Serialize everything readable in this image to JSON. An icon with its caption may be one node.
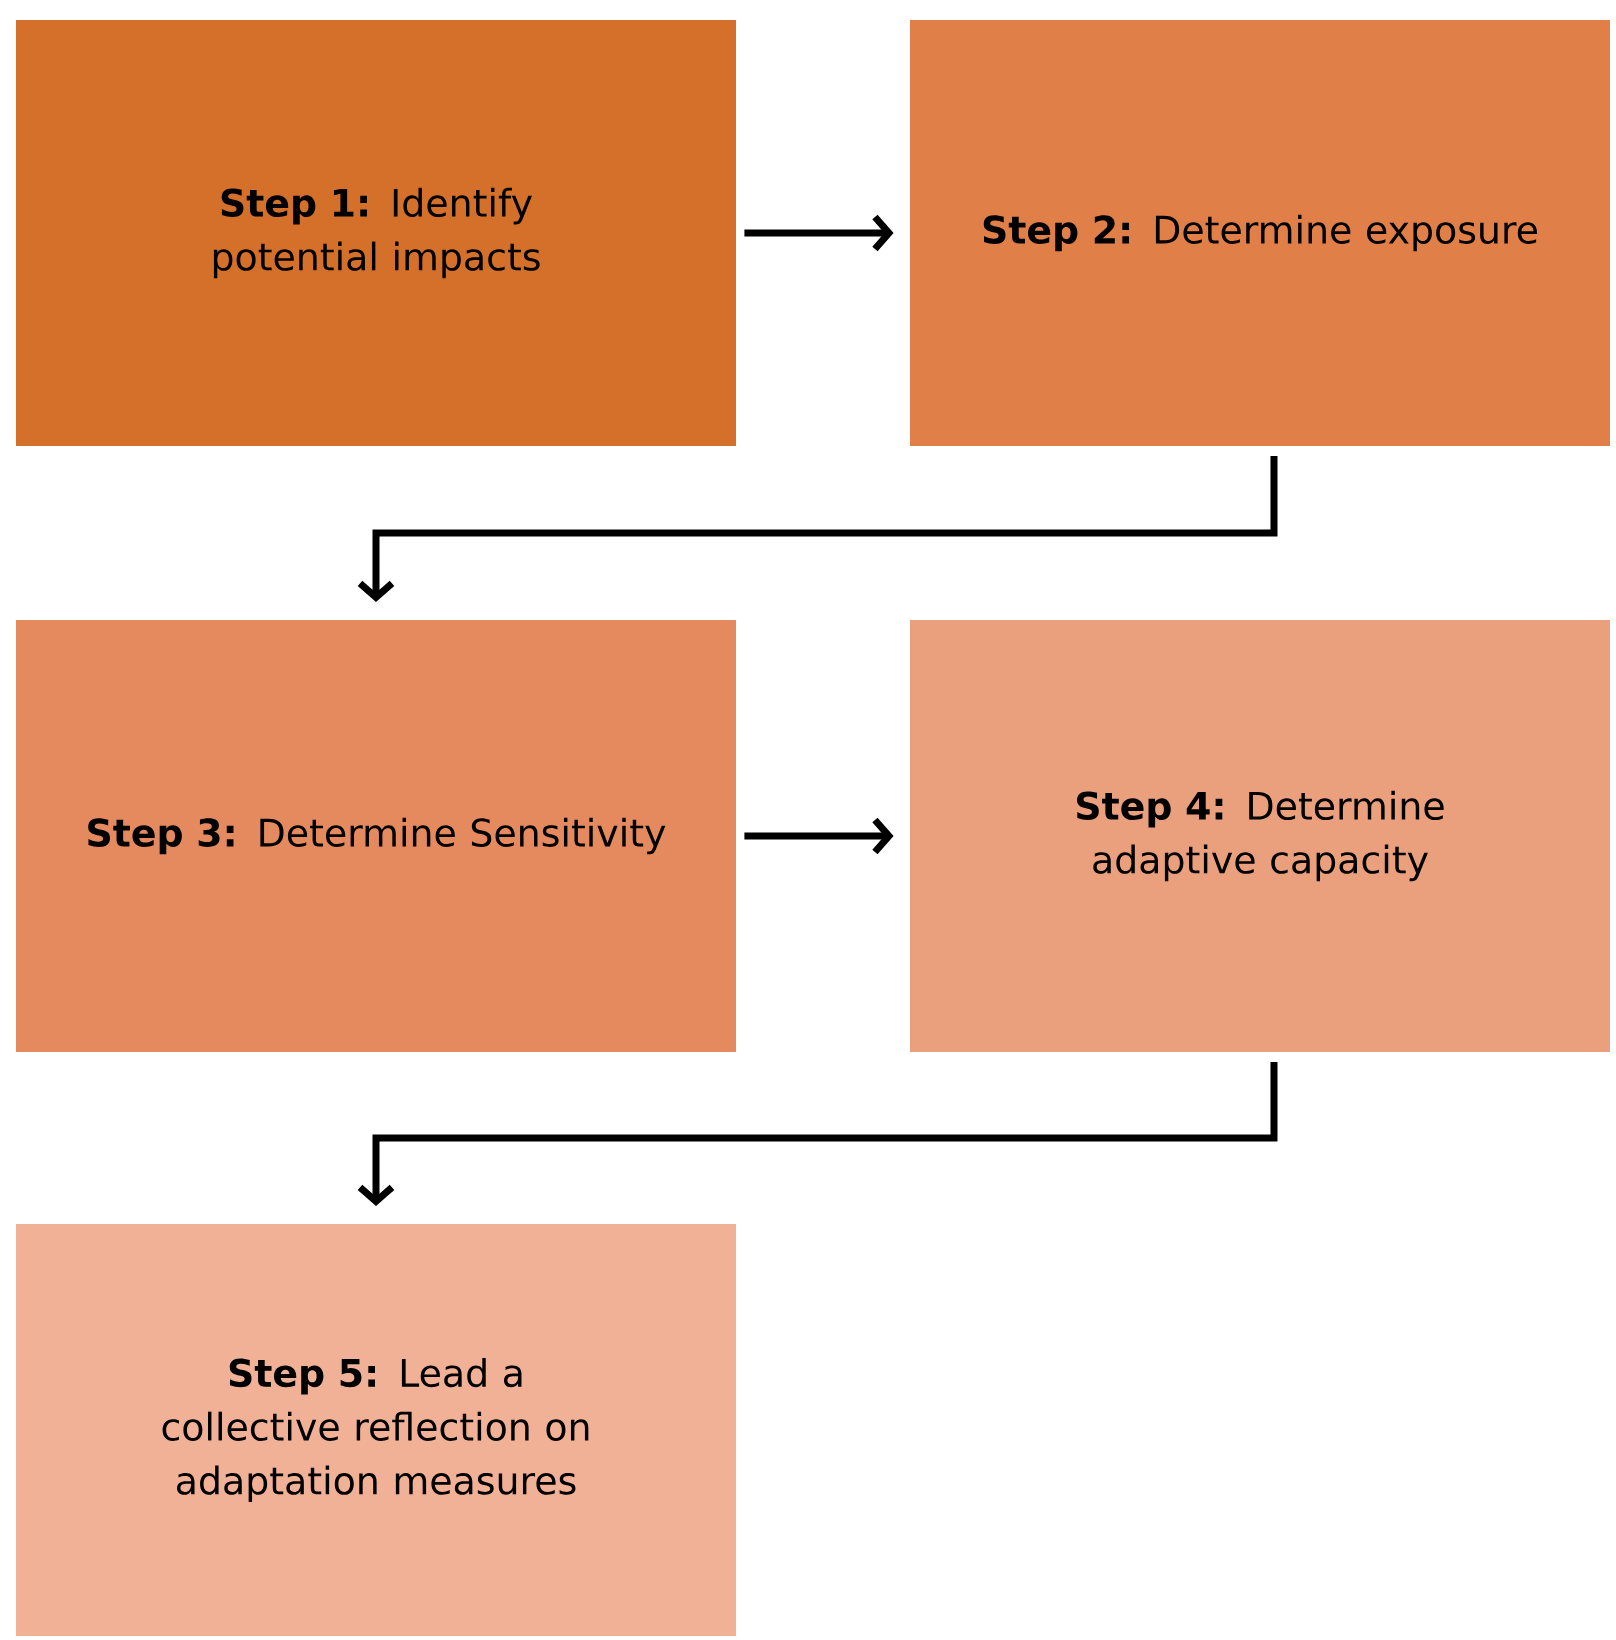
{
  "diagram": {
    "nodes": [
      {
        "text": [
          "**Step 1:** Identify potential impacts"
        ]
      },
      {
        "text": [
          "**Step 2:** Determine exposure"
        ]
      },
      {
        "text": [
          "**Step 3:** Determine Sensitivity"
        ]
      },
      {
        "text": [
          "**Step 4:** Determine adaptive capacity"
        ]
      },
      {
        "text": [
          "**Step 5:** Lead a collective reflection on adaptation measures"
        ]
      }
    ],
    "edges": [
      {
        "from": 0,
        "to": 1,
        "arrow": "to"
      },
      {
        "from": 1,
        "to": 2,
        "arrow": "to"
      },
      {
        "from": 2,
        "to": 3,
        "arrow": "to"
      },
      {
        "from": 3,
        "to": 4,
        "arrow": "to"
      }
    ]
  }
}
